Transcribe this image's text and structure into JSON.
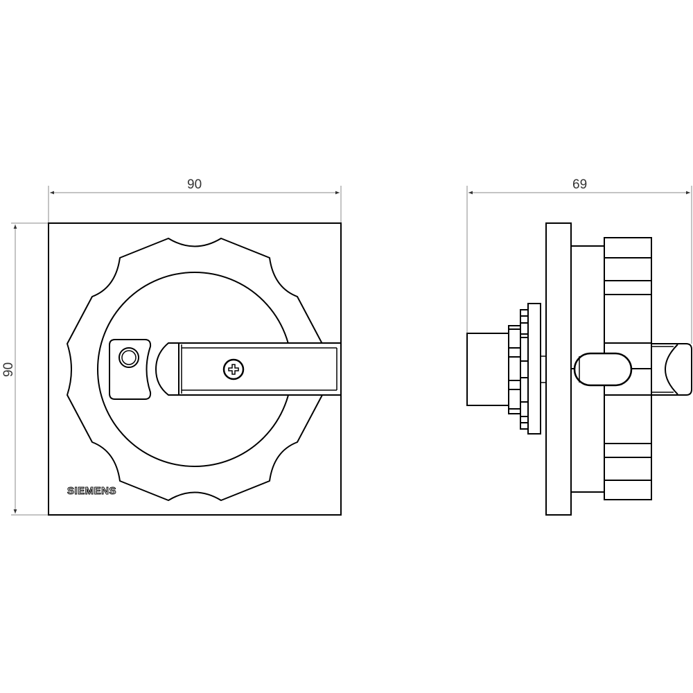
{
  "front_view": {
    "width_dimension": "90",
    "height_dimension": "90",
    "brand_label": "SIEMENS",
    "components": [
      "square-mounting-plate",
      "scalloped-knob",
      "inner-disc",
      "lock-tab-with-padlock-hole",
      "handle-bar",
      "phillips-screw"
    ]
  },
  "side_view": {
    "depth_dimension": "69",
    "components": [
      "shaft-coupling",
      "gear-rings",
      "flange-plate",
      "front-plate",
      "knob-body",
      "handle-grip"
    ]
  },
  "colors": {
    "line": "#000000",
    "dimension_line": "#7f7f7f",
    "dimension_text": "#333333",
    "background": "#ffffff"
  }
}
